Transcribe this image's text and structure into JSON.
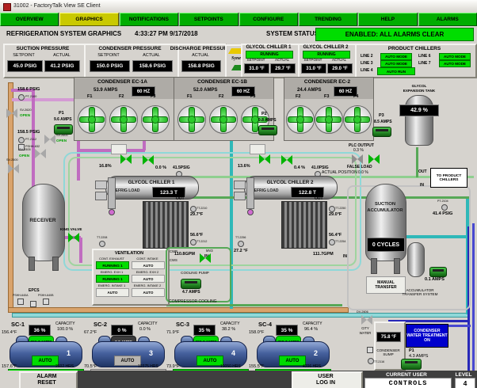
{
  "colors": {
    "nav_green": "#00AD00",
    "active_tab_yellow": "#C9C900",
    "status_green": "#00DD00",
    "treatment_blue": "#0000CC",
    "compressor_blue": "#46619E"
  },
  "window": {
    "title": "31002 - FactoryTalk View SE Client"
  },
  "nav": {
    "tabs": [
      "OVERVIEW",
      "GRAPHICS",
      "NOTIFICATIONS",
      "SETPOINTS",
      "CONFIGURE",
      "TRENDING",
      "HELP",
      "ALARMS"
    ],
    "active_tab": "GRAPHICS"
  },
  "header": {
    "title": "REFRIGERATION SYSTEM GRAPHICS",
    "datetime": "4:33:27 PM 9/17/2018",
    "status_label": "SYSTEM STATUS",
    "status_value": "ENABLED: ALL ALARMS CLEAR"
  },
  "pressures": {
    "suction": {
      "title": "SUCTION PRESSURE",
      "setpoint_label": "SETPOINT",
      "actual_label": "ACTUAL",
      "setpoint": "45.0  PSIG",
      "actual": "41.2  PSIG"
    },
    "condenser": {
      "title": "CONDENSER PRESSURE",
      "setpoint_label": "SETPOINT",
      "actual_label": "ACTUAL",
      "setpoint": "150.0 PSIG",
      "actual": "158.6 PSIG"
    },
    "discharge": {
      "title": "DISCHARGE PRESSURE",
      "actual_label": "ACTUAL",
      "actual": "158.8 PSIG"
    }
  },
  "logo": {
    "text": "Synergy"
  },
  "glycol_panels": [
    {
      "title": "GLYCOL CHILLER 1",
      "status": "RUNNING",
      "setpoint_label": "SETPOINT",
      "actual_label": "ACTUAL",
      "setpoint": "31.0  °F",
      "actual": "29.7  °F"
    },
    {
      "title": "GLYCOL CHILLER 2",
      "status": "RUNNING",
      "setpoint_label": "SETPOINT",
      "actual_label": "ACTUAL",
      "setpoint": "31.0  °F",
      "actual": "29.0  °F"
    }
  ],
  "product_chillers": {
    "title": "PRODUCT CHILLERS",
    "lines": [
      {
        "label": "LINE 2",
        "mode": "AUTO MODE"
      },
      {
        "label": "LINE 3",
        "mode": "AUTO MODE"
      },
      {
        "label": "LINE 4",
        "mode": "AUTO RUN"
      },
      {
        "label": "LINE 6",
        "mode": "AUTO MODE"
      },
      {
        "label": "LINE 7",
        "mode": "AUTO MODE"
      }
    ]
  },
  "condensers": [
    {
      "title": "CONDENSER EC-1A",
      "amps": "53.9 AMPS",
      "hz": "60 HZ",
      "fans": [
        "F1",
        "F2",
        "F3"
      ]
    },
    {
      "title": "CONDENSER EC-1B",
      "amps": "52.0 AMPS",
      "hz": "60 HZ",
      "fans": [
        "F1",
        "F2",
        "F3"
      ]
    },
    {
      "title": "CONDENSER EC-2",
      "amps": "24.4 AMPS",
      "hz": "60 HZ",
      "fans": [
        "F2",
        "F3",
        "F4"
      ]
    }
  ],
  "pumps": {
    "p1": {
      "name": "P1",
      "amps": "9.6 AMPS"
    },
    "p2": {
      "name": "P2",
      "amps": "9.8 AMPS"
    },
    "p3": {
      "name": "P3",
      "amps": "8.5 AMPS"
    }
  },
  "expansion_tank": {
    "title_line1": "GLYCOL",
    "title_line2": "EXPANSION TANK",
    "level": "42.9 %"
  },
  "left_column": {
    "pt2100_value": "158.6  PSIG",
    "pt2100_tag": "PT-2100",
    "sv2620_tag": "SV-2620",
    "sv2620_state": "OPEN",
    "pt2112_value": "158.5  PSIG",
    "pt2112_tag": "PT-2112",
    "pshh632_tag": "PSHH-632",
    "sv2600_tag": "SV-2600",
    "sv2600_state": "OPEN",
    "sv2505_tag": "SV-2505",
    "sv2505_state": "OPEN",
    "sv2500_tag": "SV-2500",
    "receiver": "RECEIVER",
    "king_valve": "KING VALVE",
    "epcs_title": "EPCS",
    "epcs_a": "PSHH-640A",
    "epcs_b": "PSHH-640B"
  },
  "chillers": [
    {
      "name": "GLYCOL CHILLER 1",
      "load_label": "REFRIG LOAD",
      "load": "123.3 T",
      "valve_pct": "16.8%",
      "top_pct": "0.0   %",
      "psig": "41.5PSIG",
      "out_label": "OUT",
      "in_label": "IN",
      "out_tag": "TT-2210",
      "out_temp": "29.7°F",
      "mid_temp": "56.6°F",
      "mid_tag": "TT-2212",
      "gpm": "110.8GPM",
      "in_tag": "TT-2208",
      "in_temp": "27.2  °F"
    },
    {
      "name": "GLYCOL CHILLER 2",
      "load_label": "REFRIG LOAD",
      "load": "122.8 T",
      "valve_pct": "13.6%",
      "top_pct": "0.4   %",
      "psig": "41.0PSIG",
      "out_label": "OUT",
      "in_label": "IN",
      "out_tag": "TT-2250",
      "out_temp": "29.0°F",
      "mid_temp": "56.4°F",
      "mid_tag": "TT-2254",
      "gpm": "111.7GPM",
      "in_tag": "TT-2256",
      "in_temp": "27.2  °F"
    }
  ],
  "false_load": {
    "plc_label": "PLC OUTPUT",
    "plc_value": "0.3    %",
    "name": "FALSE LOAD",
    "pos_label": "ACTUAL POSITION",
    "pos_value": "0.0    %"
  },
  "accumulator": {
    "name_line1": "SUCTION",
    "name_line2": "ACCUMULATOR",
    "cycles": "0  CYCLES",
    "out_label": "OUT",
    "in_label": "IN",
    "to_product": "TO PRODUCT CHILLERS",
    "pt_tag": "PT-2104",
    "psig": "41.4   PSIG",
    "manual": "MANUAL TRANSFER",
    "system": "ACCUMULATOR TRANSFER SYSTEM",
    "amps": "0.1 AMPS"
  },
  "ventilation": {
    "title": "VENTILATION",
    "items": [
      {
        "label": "CONT. EXHAUST",
        "value": "RUNNING 1"
      },
      {
        "label": "CONT. INTAKE",
        "value": "AUTO"
      },
      {
        "label": "EMERG. EXH 1",
        "value": "RUNNING 1"
      },
      {
        "label": "EMERG. EXH 2",
        "value": "AUTO"
      },
      {
        "label": "EMERG. INTAKE 1",
        "value": "AUTO"
      },
      {
        "label": "EMERG. INTAKE 2",
        "value": "AUTO"
      }
    ]
  },
  "cooling": {
    "cwr": "CWR",
    "cws": "CWS",
    "valve_tag": "MV3",
    "pump_label": "COOLING PUMP",
    "amps": "4.7 AMPS",
    "section": "COMPRESSOR COOLING"
  },
  "compressors": [
    {
      "name": "SC-1",
      "top_temp": "156.4°F",
      "slide": "36 %",
      "capacity_label": "CAPACITY",
      "capacity": "100.0  %",
      "amps": "366.7 AMPS",
      "unit": "1",
      "mode": "AUTO",
      "hours": "2602 HRS",
      "bottom_temp": "157.6°F",
      "status": "RUNNING"
    },
    {
      "name": "SC-2",
      "top_temp": "67.2°F",
      "slide": "0 %",
      "capacity_label": "CAPACITY",
      "capacity": "0.0   %",
      "amps": "0.0 AMPS",
      "unit": "3",
      "mode": "AUTO",
      "hours": "19375 HRS",
      "bottom_temp": "70.5°F",
      "status": "READY"
    },
    {
      "name": "SC-3",
      "top_temp": "71.9°F",
      "slide": "35 %",
      "capacity_label": "CAPACITY",
      "capacity": "38.2  %",
      "amps": "209.3 AMPS",
      "unit": "4",
      "mode": "AUTO",
      "hours": "19050 HRS",
      "bottom_temp": "73.9°F",
      "status": "RUNNING"
    },
    {
      "name": "SC-4",
      "top_temp": "158.0°F",
      "slide": "35 %",
      "capacity_label": "CAPACITY",
      "capacity": "96.4  %",
      "amps": "368.7 AMPS",
      "unit": "2",
      "mode": "AUTO",
      "hours": "4206 HRS",
      "bottom_temp": "155.5°F",
      "status": "RUNNING"
    }
  ],
  "sump": {
    "valve_tag": "DV-2606",
    "city_water_line1": "CITY",
    "city_water_line2": "WATER",
    "temp": "75.8 °F",
    "name": "CONDENSER SUMP",
    "tt_tag": "TT-2116",
    "treatment": "CONDENSER WATER TREATMENT ON",
    "pump": "P1",
    "pump_amps": "4.3 AMPS"
  },
  "footer": {
    "alarm_reset_line1": "ALARM",
    "alarm_reset_line2": "RESET",
    "user_login_line1": "USER",
    "user_login_line2": "LOG IN",
    "current_user_label": "CURRENT USER",
    "current_user": "CONTROLS",
    "level_label": "LEVEL",
    "level": "4"
  }
}
